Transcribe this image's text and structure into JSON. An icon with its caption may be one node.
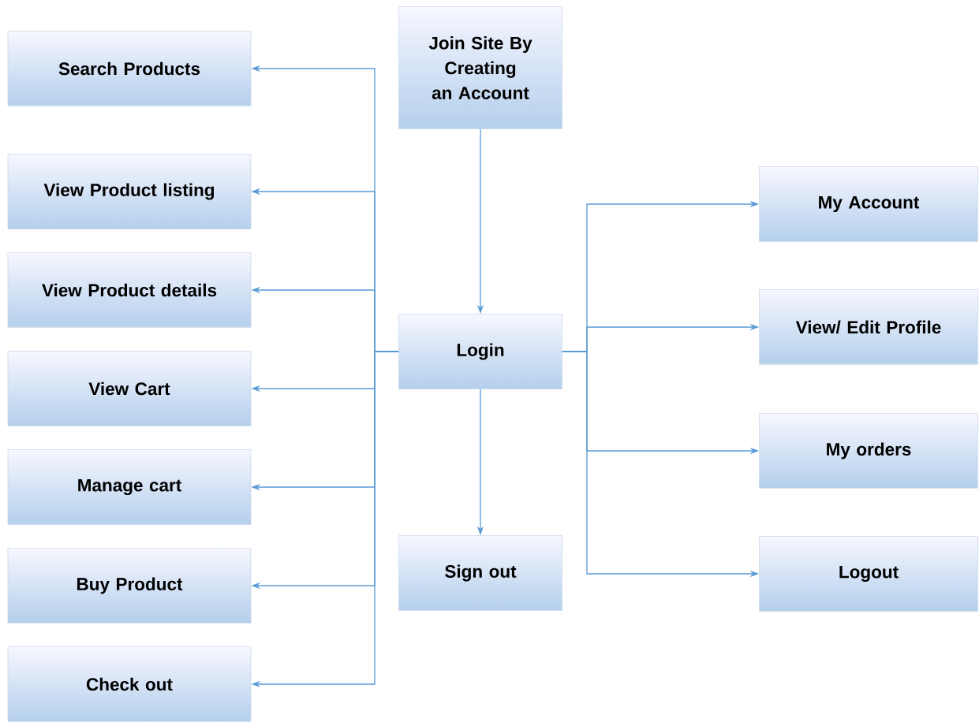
{
  "diagram": {
    "nodes": [
      {
        "text": [
          "Join Site By Creating an Account"
        ]
      },
      {
        "text": [
          "Search Products"
        ]
      },
      {
        "text": [
          "View Product listing"
        ]
      },
      {
        "text": [
          "My Account"
        ]
      },
      {
        "text": [
          "View Product details"
        ]
      },
      {
        "text": [
          "Login"
        ]
      },
      {
        "text": [
          "View/ Edit Profile"
        ]
      },
      {
        "text": [
          "View Cart"
        ]
      },
      {
        "text": [
          "Manage cart"
        ]
      },
      {
        "text": [
          "My orders"
        ]
      },
      {
        "text": [
          "Buy Product"
        ]
      },
      {
        "text": [
          "Sign out"
        ]
      },
      {
        "text": [
          "Logout"
        ]
      },
      {
        "text": [
          "Check out"
        ]
      }
    ],
    "edges": [
      {
        "from": 0,
        "to": 5,
        "arrow": "to"
      },
      {
        "from": 5,
        "to": 1,
        "arrow": "to"
      },
      {
        "from": 5,
        "to": 2,
        "arrow": "to"
      },
      {
        "from": 5,
        "to": 4,
        "arrow": "to"
      },
      {
        "from": 5,
        "to": 7,
        "arrow": "to"
      },
      {
        "from": 5,
        "to": 8,
        "arrow": "to"
      },
      {
        "from": 5,
        "to": 10,
        "arrow": "to"
      },
      {
        "from": 5,
        "to": 13,
        "arrow": "to"
      },
      {
        "from": 5,
        "to": 11,
        "arrow": "to"
      },
      {
        "from": 5,
        "to": 3,
        "arrow": "to"
      },
      {
        "from": 5,
        "to": 6,
        "arrow": "to"
      },
      {
        "from": 5,
        "to": 9,
        "arrow": "to"
      },
      {
        "from": 5,
        "to": 12,
        "arrow": "to"
      }
    ]
  }
}
